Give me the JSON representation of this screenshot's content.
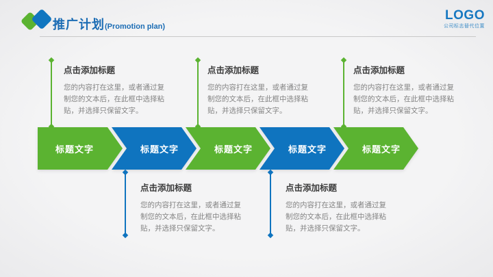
{
  "colors": {
    "green": "#5bb331",
    "blue": "#0f74bf",
    "header_blue": "#1b6cb4",
    "logo_blue": "#1778c1",
    "title_dark": "#3c3c3c",
    "body_gray": "#848484",
    "background": "#f0f0f1",
    "divider": "#c8c8c8"
  },
  "header": {
    "title": "推广计划",
    "subtitle": "(Promotion plan)",
    "logo_text": "LOGO",
    "logo_caption": "公司标志替代位置"
  },
  "top_blocks": [
    {
      "title": "点击添加标题",
      "body": "您的内容打在这里，或者通过复制您的文本后，在此框中选择粘贴，并选择只保留文字。"
    },
    {
      "title": "点击添加标题",
      "body": "您的内容打在这里，或者通过复制您的文本后，在此框中选择粘贴，并选择只保留文字。"
    },
    {
      "title": "点击添加标题",
      "body": "您的内容打在这里，或者通过复制您的文本后，在此框中选择粘贴，并选择只保留文字。"
    }
  ],
  "bottom_blocks": [
    {
      "title": "点击添加标题",
      "body": "您的内容打在这里，或者通过复制您的文本后，在此框中选择粘贴，并选择只保留文字。"
    },
    {
      "title": "点击添加标题",
      "body": "您的内容打在这里，或者通过复制您的文本后，在此框中选择粘贴，并选择只保留文字。"
    }
  ],
  "timeline": {
    "arrows": [
      {
        "label": "标题文字",
        "color": "#5bb331"
      },
      {
        "label": "标题文字",
        "color": "#0f74bf"
      },
      {
        "label": "标题文字",
        "color": "#5bb331"
      },
      {
        "label": "标题文字",
        "color": "#0f74bf"
      },
      {
        "label": "标题文字",
        "color": "#5bb331"
      }
    ]
  }
}
